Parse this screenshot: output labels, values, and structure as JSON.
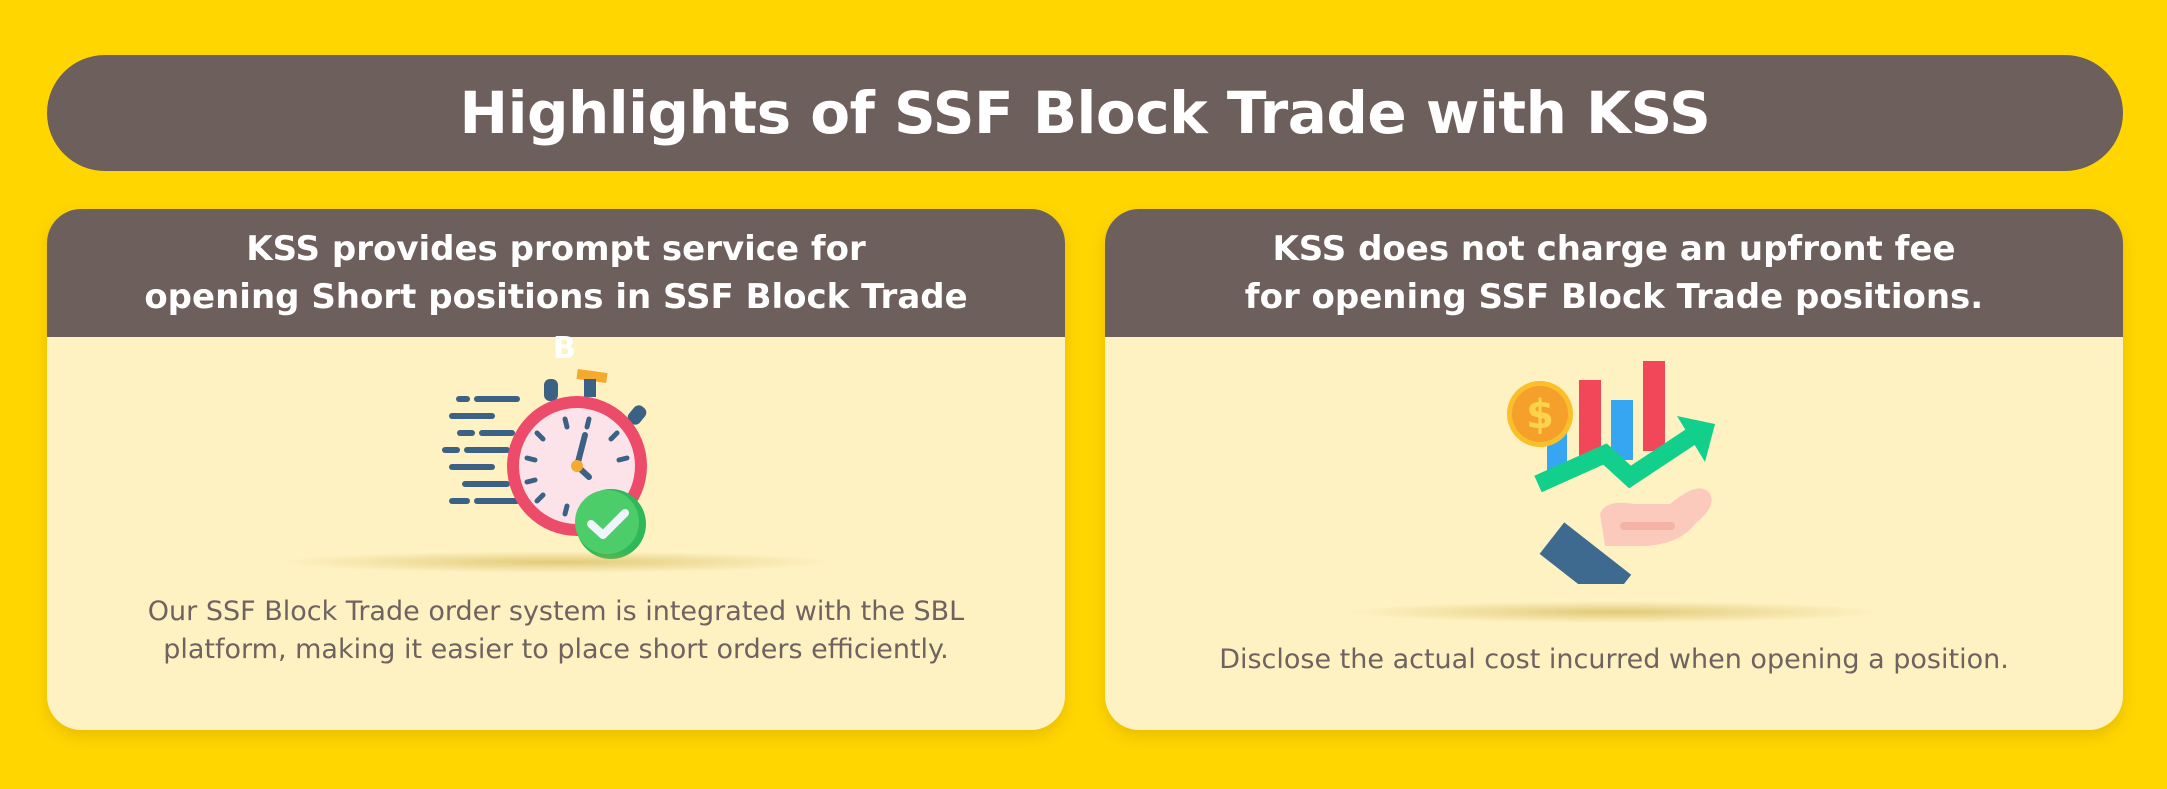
{
  "title": "Highlights of SSF Block Trade with KSS",
  "cards": [
    {
      "heading": [
        "KSS provides prompt service for",
        "opening Short positions in SSF Block Trade"
      ],
      "icon": "stopwatch-check-icon",
      "icon_label": "B",
      "text": [
        "Our SSF Block Trade order system is integrated with the SBL",
        "platform, making it easier to place short orders efficiently."
      ]
    },
    {
      "heading": [
        "KSS does not charge an upfront fee",
        "for opening SSF Block Trade positions."
      ],
      "icon": "hand-growth-chart-icon",
      "text": [
        "Disclose the actual cost incurred when opening a position."
      ]
    }
  ],
  "colors": {
    "background": "#ffd600",
    "header": "#6d5f5c",
    "card": "#fff2c2"
  }
}
